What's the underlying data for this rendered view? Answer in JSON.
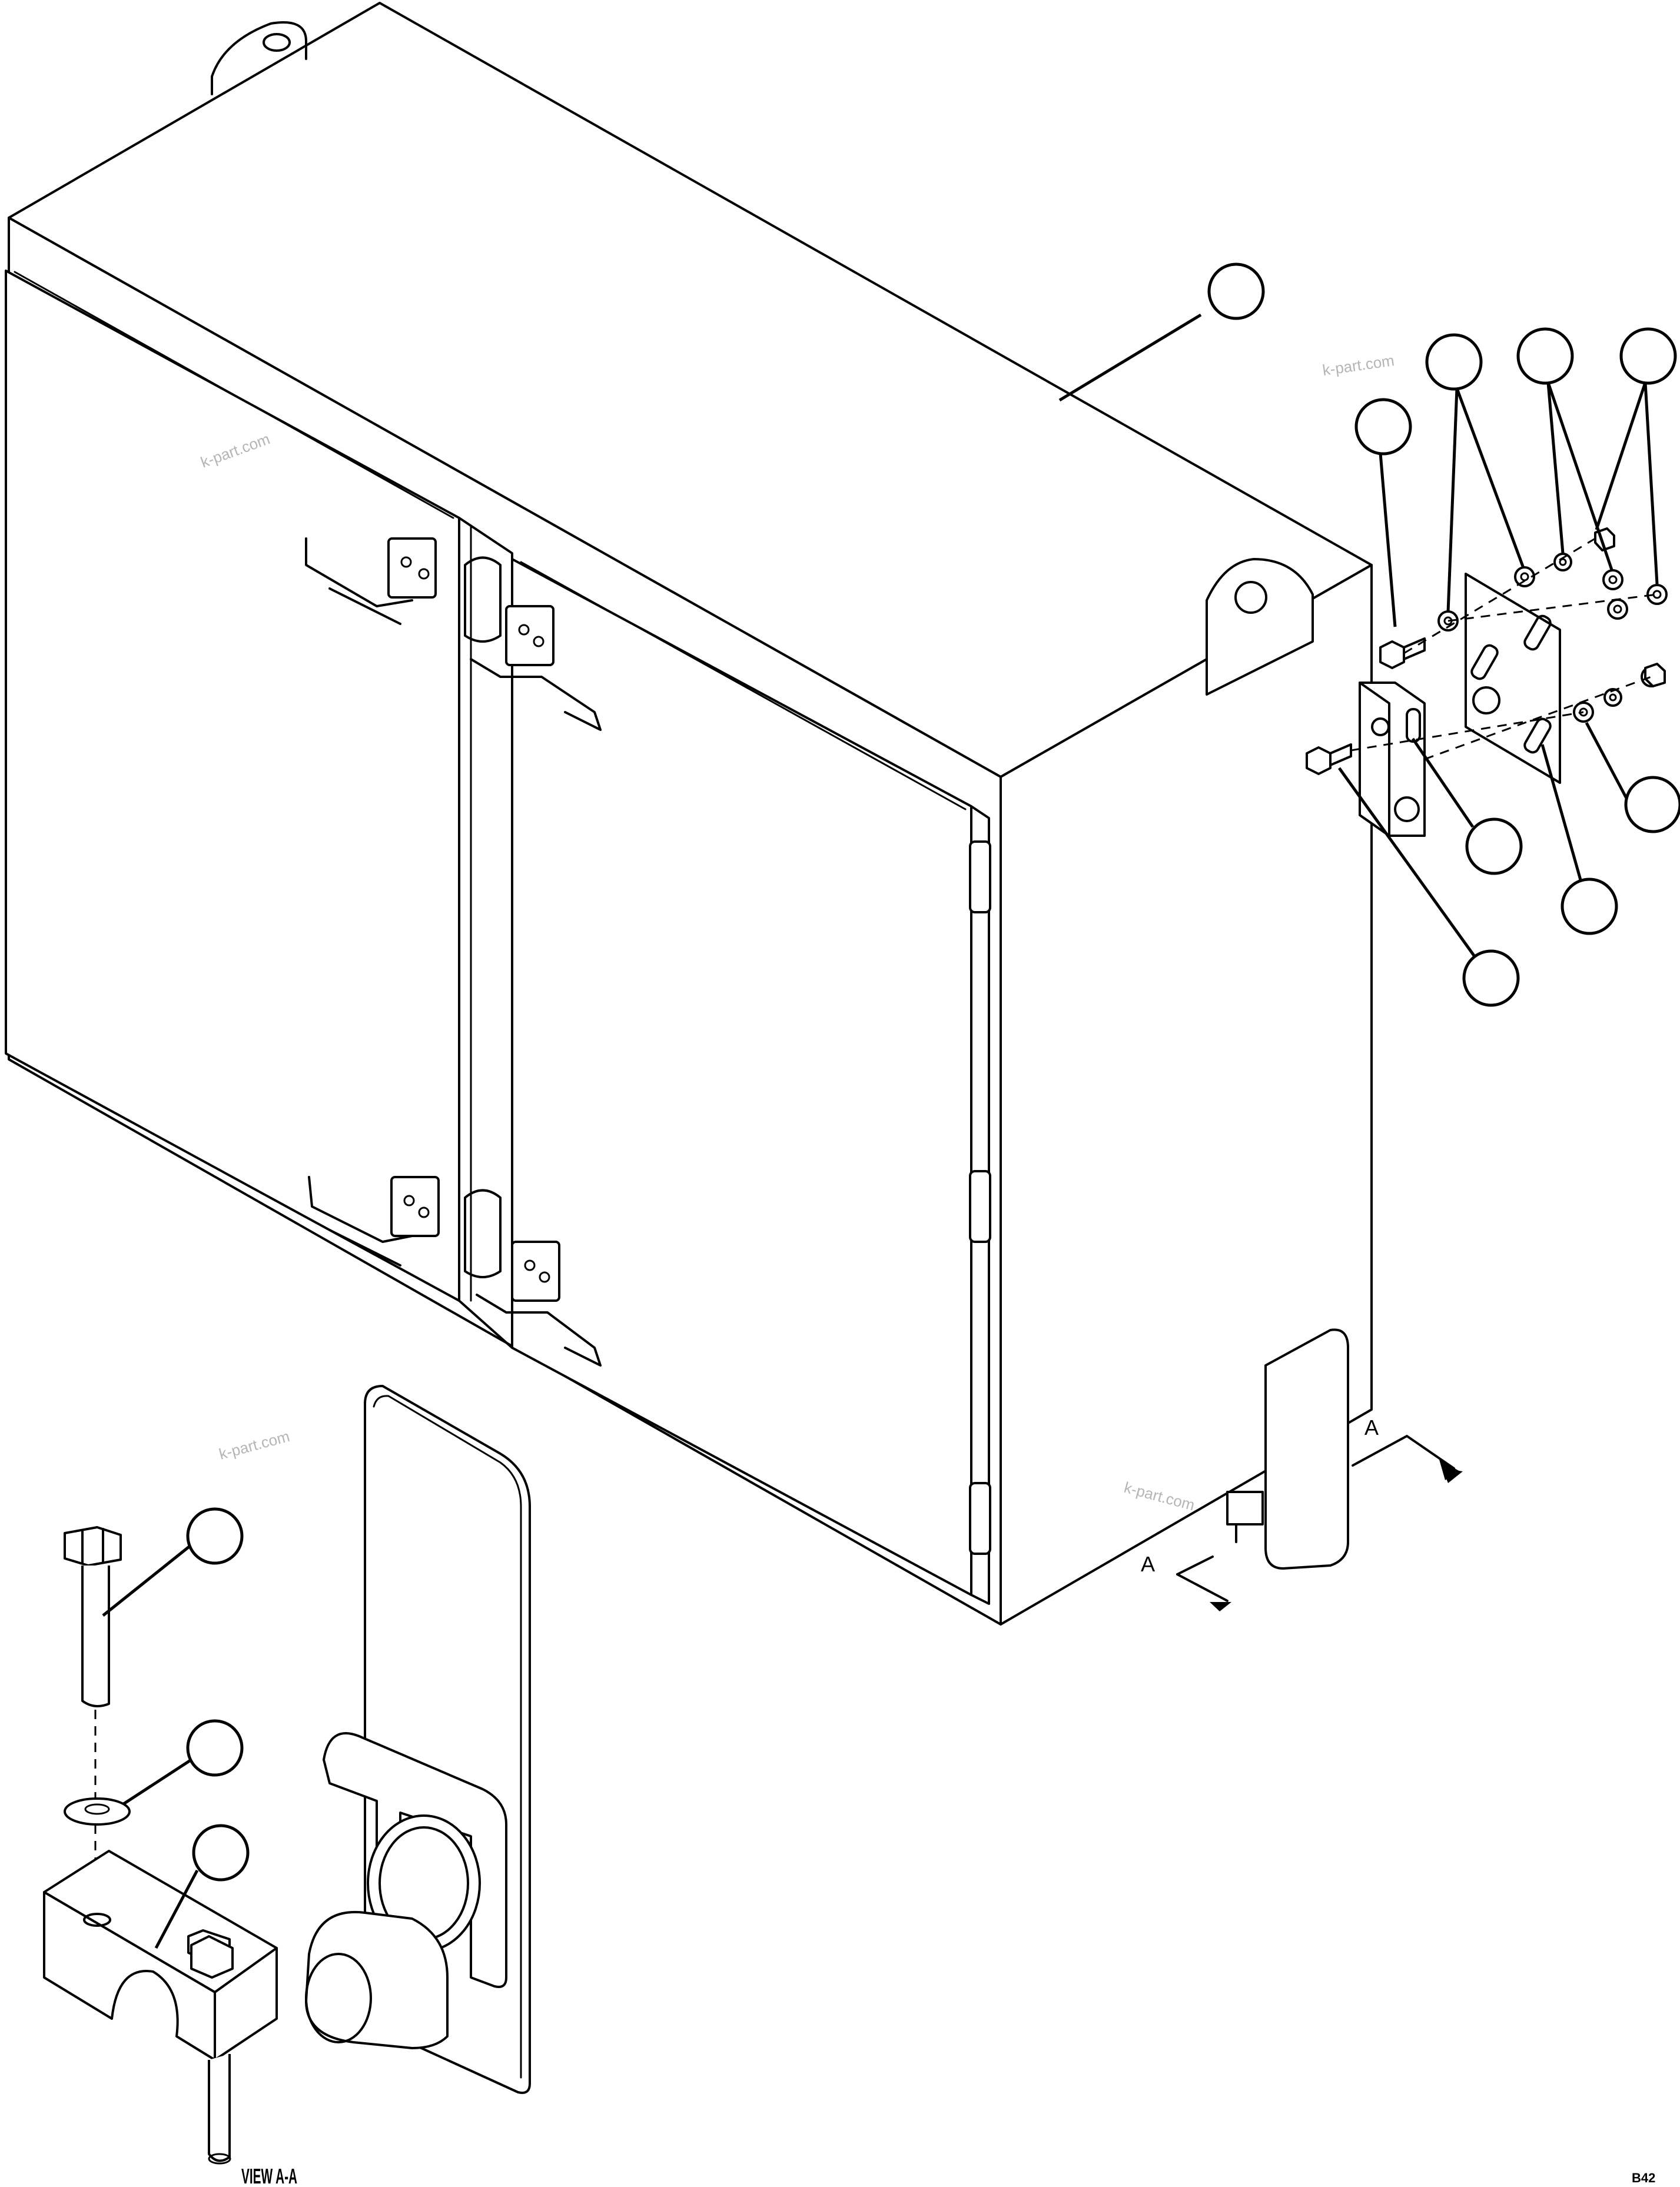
{
  "watermarks": [
    "k-part.com",
    "k-part.com",
    "k-part.com",
    "k-part.com"
  ],
  "section_marker": "A",
  "view_label": "VIEW A-A",
  "figure_code": "B42",
  "callouts": [
    "",
    "",
    "",
    "",
    "",
    "",
    "",
    "",
    "",
    "",
    "",
    ""
  ]
}
